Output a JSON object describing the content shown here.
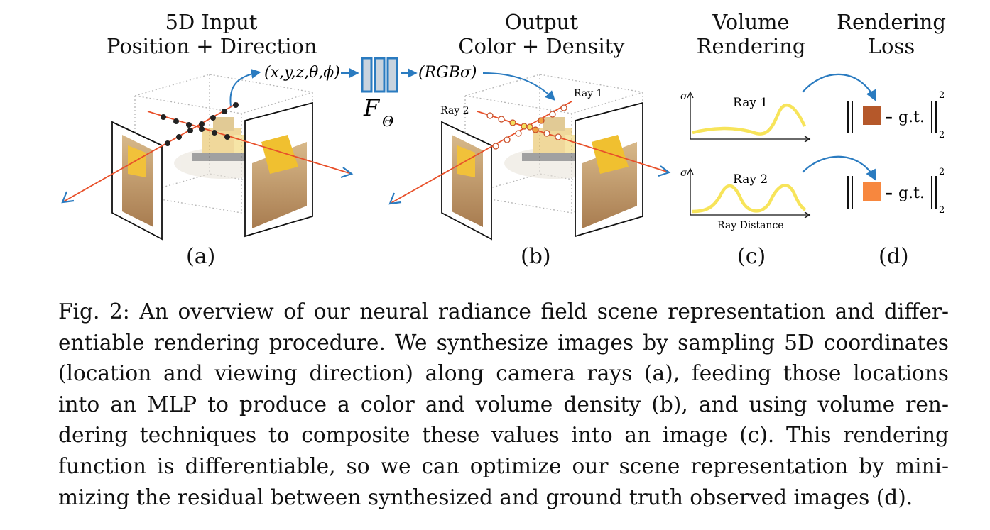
{
  "headers": {
    "a_line1": "5D Input",
    "a_line2": "Position + Direction",
    "b_line1": "Output",
    "b_line2": "Color + Density",
    "c_line1": "Volume",
    "c_line2": "Rendering",
    "d_line1": "Rendering",
    "d_line2": "Loss"
  },
  "labels": {
    "input_vector": "(x,y,z,θ,ϕ)",
    "network_symbol": "F",
    "network_subscript": "Θ",
    "output_vector": "(RGBσ)",
    "ray1": "Ray 1",
    "ray2": "Ray 2",
    "sigma": "σ",
    "ray_distance": "Ray Distance",
    "gt": "g.t.",
    "norm_sup": "2",
    "norm_sub": "2",
    "minus": "–"
  },
  "panels": [
    "(a)",
    "(b)",
    "(c)",
    "(d)"
  ],
  "colors": {
    "ray_red": "#e8502a",
    "arrow_blue": "#2a7bc0",
    "curve_yellow": "#f7e45a",
    "pred_color_1": "#b5582a",
    "pred_color_2": "#f7873e",
    "network_fill": "#c8d3de",
    "network_stroke": "#2a7bc0"
  },
  "caption": {
    "lines": [
      "Fig. 2: An overview of our neural radiance field scene representation and differ-",
      "entiable rendering procedure. We synthesize images by sampling 5D coordinates",
      "(location and viewing direction) along camera rays (a), feeding those locations",
      "into an MLP to produce a color and volume density (b), and using volume ren-",
      "dering techniques to composite these values into an image (c). This rendering",
      "function is differentiable, so we can optimize our scene representation by mini-",
      "mizing the residual between synthesized and ground truth observed images (d)."
    ]
  }
}
